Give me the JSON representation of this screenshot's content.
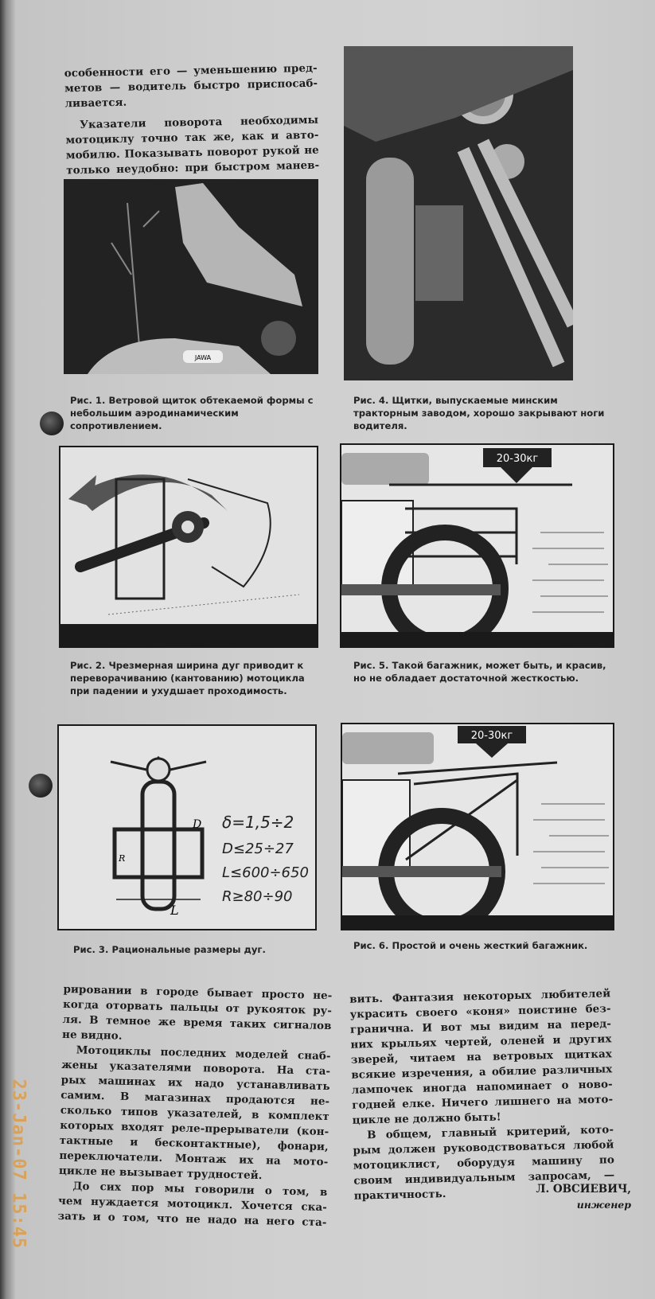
{
  "top_text": {
    "lines": [
      "особенности его — уменьшению пред-",
      "метов — водитель быстро приспосаб-",
      "ливается."
    ],
    "para2_lead": "Указатели поворота",
    "para2_first_rest": "необходимы",
    "para2_lines": [
      "мотоциклу точно так же, как и авто-",
      "мобилю. Показывать поворот рукой не",
      "только неудобно: при быстром манев-"
    ]
  },
  "figures": {
    "fig1_caption": "Рис. 1. Ветровой щиток обтекаемой формы с небольшим аэродинамическим сопротивлением.",
    "fig4_caption": "Рис. 4. Щитки, выпускаемые минским тракторным заводом, хорошо закрывают ноги водителя.",
    "fig2_caption": "Рис. 2. Чрезмерная ширина дуг приводит к переворачиванию (кантованию) мотоцикла при падении и ухудшает проходимость.",
    "fig5_caption": "Рис. 5. Такой багажник, может быть, и красив, но не обладает достаточной жесткостью.",
    "fig3_caption": "Рис. 3. Рациональные размеры дуг.",
    "fig6_caption": "Рис. 6. Простой и очень жесткий багажник.",
    "fig1_badge": "JAWA",
    "load_label": "20-30кг",
    "fig3_formula": [
      "δ=1,5÷2",
      "D≤25÷27",
      "L≤600÷650",
      "R≥80÷90"
    ],
    "fig3_dim_d": "D",
    "fig3_dim_l": "L",
    "fig3_dim_r": "R"
  },
  "bottom_left": {
    "lines": [
      "рировании в городе бывает просто не-",
      "когда оторвать пальцы от рукояток ру-",
      "ля. В темное же время таких сигналов",
      "не видно.",
      "Мотоциклы последних моделей снаб-",
      "жены указателями поворота. На ста-",
      "рых машинах их надо устанавливать",
      "самим. В магазинах продаются не-",
      "сколько типов указателей, в комплект",
      "которых входят реле-прерыватели (кон-",
      "тактные и бесконтактные), фонари,",
      "переключатели. Монтаж их на мото-",
      "цикле не вызывает трудностей.",
      "До сих пор мы говорили о том, в",
      "чем нуждается мотоцикл. Хочется ска-",
      "зать и о том, что не надо на него ста-"
    ]
  },
  "bottom_right": {
    "lines": [
      "вить. Фантазия некоторых любителей",
      "украсить своего «коня» поистине без-",
      "гранична. И вот мы видим на перед-",
      "них крыльях чертей, оленей и других",
      "зверей, читаем на ветровых щитках",
      "всякие изречения, а обилие различных",
      "лампочек иногда напоминает о ново-",
      "годней елке. Ничего лишнего на мото-",
      "цикле не должно быть!",
      "В общем, главный критерий, кото-",
      "рым должен руководствоваться любой",
      "мотоциклист, оборудуя машину по",
      "своим индивидуальным запросам, —",
      "практичность."
    ]
  },
  "signature": {
    "name": "Л. ОВСИЕВИЧ,",
    "title": "инженер"
  },
  "timestamp": "23-Jan-07 15:45"
}
